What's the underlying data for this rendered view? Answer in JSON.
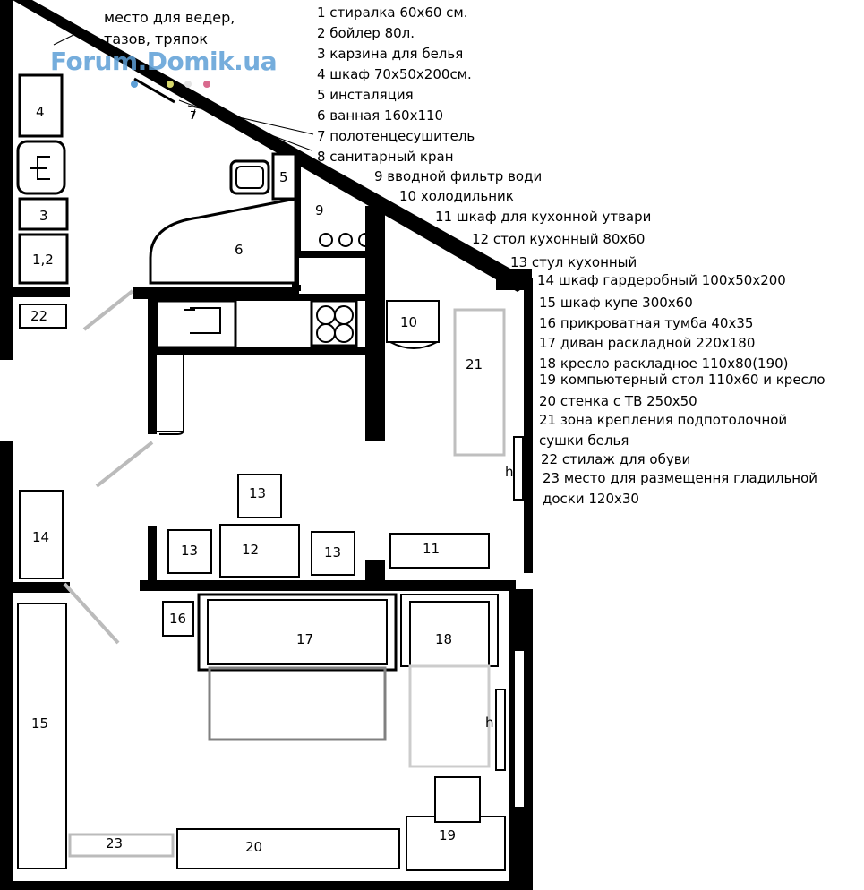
{
  "note": {
    "line1": "место для ведер,",
    "line2": "тазов, тряпок"
  },
  "watermark": "Forum.Domik.ua",
  "legend": [
    "1 стиралка 60x60 см.",
    "2 бойлер 80л.",
    "3 карзина для белья",
    "4 шкаф 70x50x200см.",
    "5 инсталяция",
    "6 ванная 160x110",
    "7 полотенцесушитель",
    "8 санитарный кран",
    "9 вводной фильтр води",
    "10 холодильник",
    "11 шкаф для кухонной утвари",
    "12 стол кухонный 80x60",
    "13 стул кухонный",
    "14  шкаф гардеробный 100x50x200",
    "15 шкаф купе 300x60",
    "16 прикроватная тумба 40x35",
    "17 диван раскладной 220x180",
    "18 кресло раскладное 110x80(190)",
    "19 компьютерный стол 110x60 и кресло",
    "20 стенка с ТВ 250x50",
    "21 зона крепления подпотолочной",
    "сушки белья",
    "22 стилаж для обуви",
    "23 место для размещення гладильной",
    "доски 120x30"
  ],
  "labels": {
    "l4": "4",
    "l3": "3",
    "l12": "1,2",
    "l22": "22",
    "l5": "5",
    "l6": "6",
    "l9": "9",
    "l10": "10",
    "l21": "21",
    "l13a": "13",
    "l13b": "13",
    "l13c": "13",
    "l12b": "12",
    "l11": "11",
    "l14": "14",
    "l16": "16",
    "l17": "17",
    "l18": "18",
    "l15": "15",
    "l23": "23",
    "l20": "20",
    "l19": "19",
    "h1": "h",
    "h2": "h",
    "m7": "7"
  }
}
